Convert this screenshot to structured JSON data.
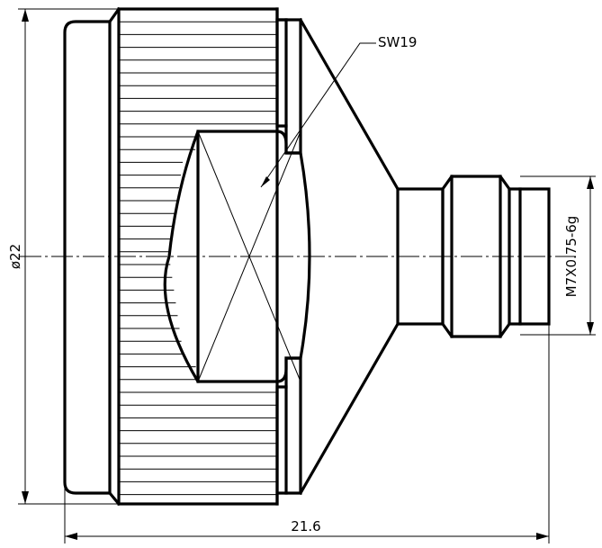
{
  "annotations": {
    "wrench_size": "SW19",
    "thread_spec": "M7X0.75-6g"
  },
  "dimensions": {
    "outer_diameter": "ø22",
    "overall_length": "21.6"
  },
  "colors": {
    "line": "#000000",
    "background": "#ffffff"
  }
}
